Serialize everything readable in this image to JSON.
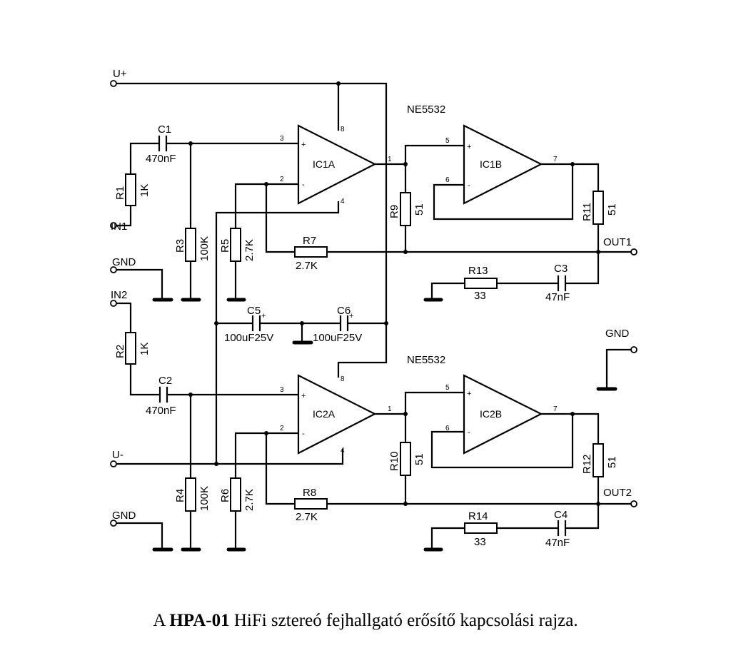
{
  "caption": {
    "prefix": "A ",
    "model": "HPA-01",
    "suffix": " HiFi sztereó fejhallgató erősítő kapcsolási rajza."
  },
  "terminals": {
    "u_plus": "U+",
    "u_minus": "U-",
    "in1": "IN1",
    "in2": "IN2",
    "gnd": "GND",
    "out1": "OUT1",
    "out2": "OUT2"
  },
  "ics": {
    "ic1a": "IC1A",
    "ic1b": "IC1B",
    "ic2a": "IC2A",
    "ic2b": "IC2B",
    "part_top": "NE5532",
    "part_bottom": "NE5532"
  },
  "components": {
    "r1": {
      "ref": "R1",
      "value": "1K"
    },
    "r2": {
      "ref": "R2",
      "value": "1K"
    },
    "r3": {
      "ref": "R3",
      "value": "100K"
    },
    "r4": {
      "ref": "R4",
      "value": "100K"
    },
    "r5": {
      "ref": "R5",
      "value": "2.7K"
    },
    "r6": {
      "ref": "R6",
      "value": "2.7K"
    },
    "r7": {
      "ref": "R7",
      "value": "2.7K"
    },
    "r8": {
      "ref": "R8",
      "value": "2.7K"
    },
    "r9": {
      "ref": "R9",
      "value": "51"
    },
    "r10": {
      "ref": "R10",
      "value": "51"
    },
    "r11": {
      "ref": "R11",
      "value": "51"
    },
    "r12": {
      "ref": "R12",
      "value": "51"
    },
    "r13": {
      "ref": "R13",
      "value": "33"
    },
    "r14": {
      "ref": "R14",
      "value": "33"
    },
    "c1": {
      "ref": "C1",
      "value": "470nF"
    },
    "c2": {
      "ref": "C2",
      "value": "470nF"
    },
    "c3": {
      "ref": "C3",
      "value": "47nF"
    },
    "c4": {
      "ref": "C4",
      "value": "47nF"
    },
    "c5": {
      "ref": "C5",
      "value": "100uF25V"
    },
    "c6": {
      "ref": "C6",
      "value": "100uF25V"
    }
  },
  "pins": {
    "p1": "1",
    "p2": "2",
    "p3": "3",
    "p4": "4",
    "p5": "5",
    "p6": "6",
    "p7": "7",
    "p8": "8"
  },
  "signs": {
    "plus": "+",
    "minus": "-"
  }
}
